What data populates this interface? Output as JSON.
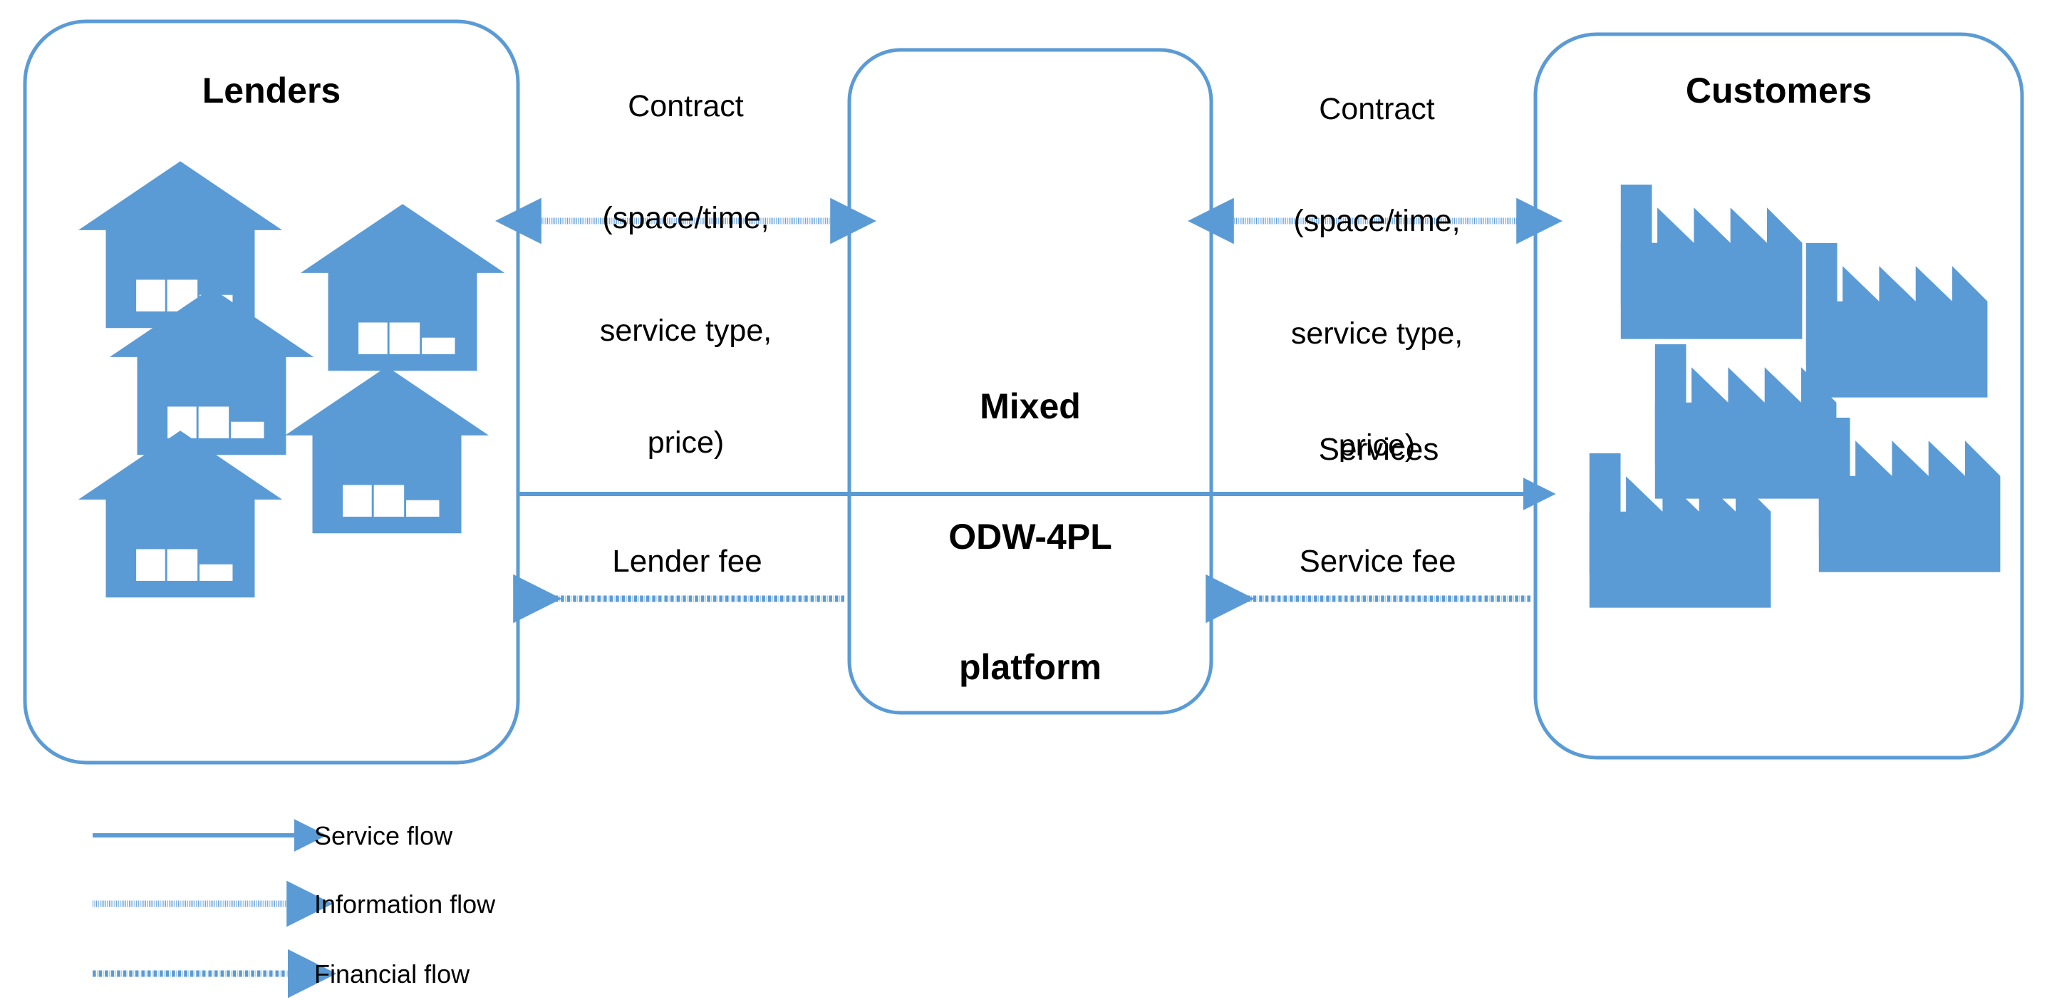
{
  "diagram": {
    "title_left": "Lenders",
    "title_center": "Mixed\nODW-4PL\nplatform",
    "title_center_lines": [
      "Mixed",
      "ODW-4PL",
      "platform"
    ],
    "title_right": "Customers",
    "accent_color": "#5B9BD5",
    "text_color": "#000000",
    "background_color": "#FFFFFF"
  },
  "nodes": {
    "lenders": {
      "label": "Lenders",
      "icon": "warehouse-icon",
      "icon_count": 5
    },
    "platform": {
      "label_line1": "Mixed",
      "label_line2": "ODW-4PL",
      "label_line3": "platform"
    },
    "customers": {
      "label": "Customers",
      "icon": "factory-icon",
      "icon_count": 5
    }
  },
  "edges": {
    "contract_left": {
      "line1": "Contract",
      "line2": "(space/time,",
      "line3": "service type,",
      "line4": "price)",
      "style": "dotted",
      "direction": "bidirectional",
      "flow_type": "Information flow"
    },
    "contract_right": {
      "line1": "Contract",
      "line2": "(space/time,",
      "line3": "service type,",
      "line4": "price)",
      "style": "dotted",
      "direction": "bidirectional",
      "flow_type": "Information flow"
    },
    "services": {
      "label": "Services",
      "style": "solid",
      "direction": "left-to-right",
      "flow_type": "Service flow"
    },
    "lender_fee": {
      "label": "Lender fee",
      "style": "dash-dot",
      "direction": "right-to-left",
      "flow_type": "Financial flow"
    },
    "service_fee": {
      "label": "Service fee",
      "style": "dash-dot",
      "direction": "right-to-left",
      "flow_type": "Financial flow"
    }
  },
  "legend": {
    "items": [
      {
        "label": "Service flow",
        "style": "solid",
        "icon": "solid-arrow-icon"
      },
      {
        "label": "Information flow",
        "style": "dotted",
        "icon": "dotted-arrow-icon"
      },
      {
        "label": "Financial flow",
        "style": "dash-dot",
        "icon": "dash-dot-arrow-icon"
      }
    ]
  }
}
